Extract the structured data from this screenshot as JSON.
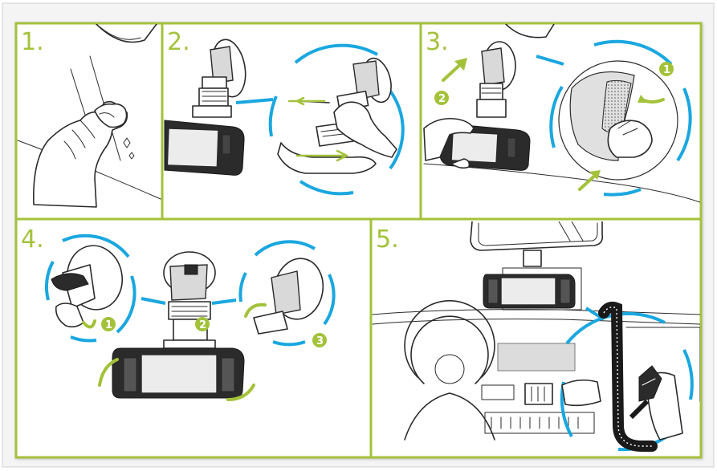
{
  "colors": {
    "accent_green": "#a3c23a",
    "accent_blue": "#1aa7e0",
    "line": "#2a2a2a",
    "background": "#ffffff"
  },
  "steps": [
    {
      "label": "1.",
      "description_icon": "hand-wiping-windshield"
    },
    {
      "label": "2.",
      "description_icon": "slide-mount-onto-camera"
    },
    {
      "label": "3.",
      "description_icon": "peel-protective-film-and-attach"
    },
    {
      "label": "4.",
      "description_icon": "lock-suction-and-adjust-angle"
    },
    {
      "label": "5.",
      "description_icon": "route-power-cable-in-car"
    }
  ],
  "badges": {
    "one": "1",
    "two": "2",
    "three": "3"
  }
}
